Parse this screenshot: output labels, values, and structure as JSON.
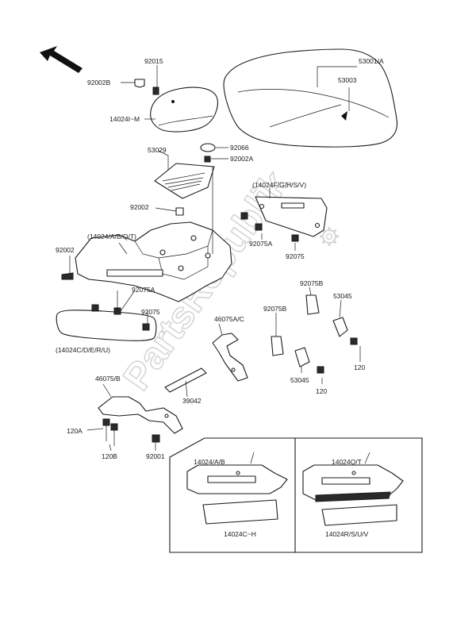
{
  "watermark": "PartsRepublik",
  "labels": {
    "p92015": "92015",
    "p92002B": "92002B",
    "p14024IM": "14024I~M",
    "p53001A": "53001/A",
    "p53003": "53003",
    "p92066": "92066",
    "p53029": "53029",
    "p92002A": "92002A",
    "p14024FGHSV": "(14024F/G/H/S/V)",
    "p92002_mid": "92002",
    "p14024ABQT": "(14024/A/B/Q/T)",
    "p92002_left": "92002",
    "p92075A_r": "92075A",
    "p92075_r": "92075",
    "p92075B_r": "92075B",
    "p53045_r": "53045",
    "p92075A_l": "92075A",
    "p92075_l": "92075",
    "p14024CDERU": "(14024C/D/E/R/U)",
    "p46075AC": "46075A/C",
    "p92075B_m": "92075B",
    "p120_r": "120",
    "p53045_m": "53045",
    "p120_m": "120",
    "p39042": "39042",
    "p46075B": "46075/B",
    "p120A": "120A",
    "p120B": "120B",
    "p92001": "92001"
  },
  "inset_left": {
    "label_top": "14024/A/B",
    "label_bottom": "14024C~H"
  },
  "inset_right": {
    "label_top": "14024Q/T",
    "label_bottom": "14024R/S/U/V"
  },
  "icons": [
    "arrow-icon",
    "gear-icon"
  ]
}
